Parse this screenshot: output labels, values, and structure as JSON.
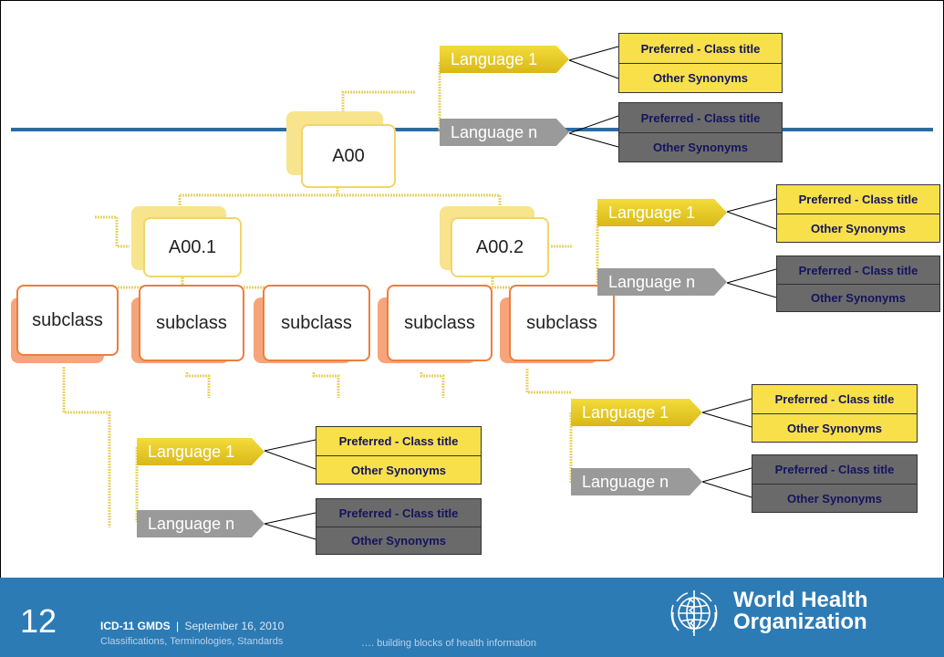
{
  "tree": {
    "root": "A00",
    "children": [
      {
        "label": "A00.1",
        "subclasses": [
          "subclass",
          "subclass",
          "subclass"
        ]
      },
      {
        "label": "A00.2",
        "subclasses": [
          "subclass",
          "subclass"
        ]
      }
    ]
  },
  "language_groups": [
    {
      "lang1": "Language 1",
      "langn": "Language n",
      "preferred": "Preferred - Class title",
      "synonyms": "Other Synonyms"
    },
    {
      "lang1": "Language 1",
      "langn": "Language n",
      "preferred": "Preferred - Class title",
      "synonyms": "Other Synonyms"
    },
    {
      "lang1": "Language 1",
      "langn": "Language n",
      "preferred": "Preferred - Class title",
      "synonyms": "Other Synonyms"
    },
    {
      "lang1": "Language 1",
      "langn": "Language n",
      "preferred": "Preferred - Class title",
      "synonyms": "Other Synonyms"
    }
  ],
  "footer": {
    "page_number": "12",
    "title": "ICD-11 GMDS",
    "separator": "|",
    "date": "September 16, 2010",
    "subtitle": "Classifications, Terminologies, Standards",
    "tagline": "…. building blocks of health information",
    "org_line1": "World Health",
    "org_line2": "Organization"
  },
  "colors": {
    "yellow": "#f7e04a",
    "grey": "#6a6a6a",
    "orange": "#ee7d3b",
    "footer_blue": "#2d7bb5"
  }
}
